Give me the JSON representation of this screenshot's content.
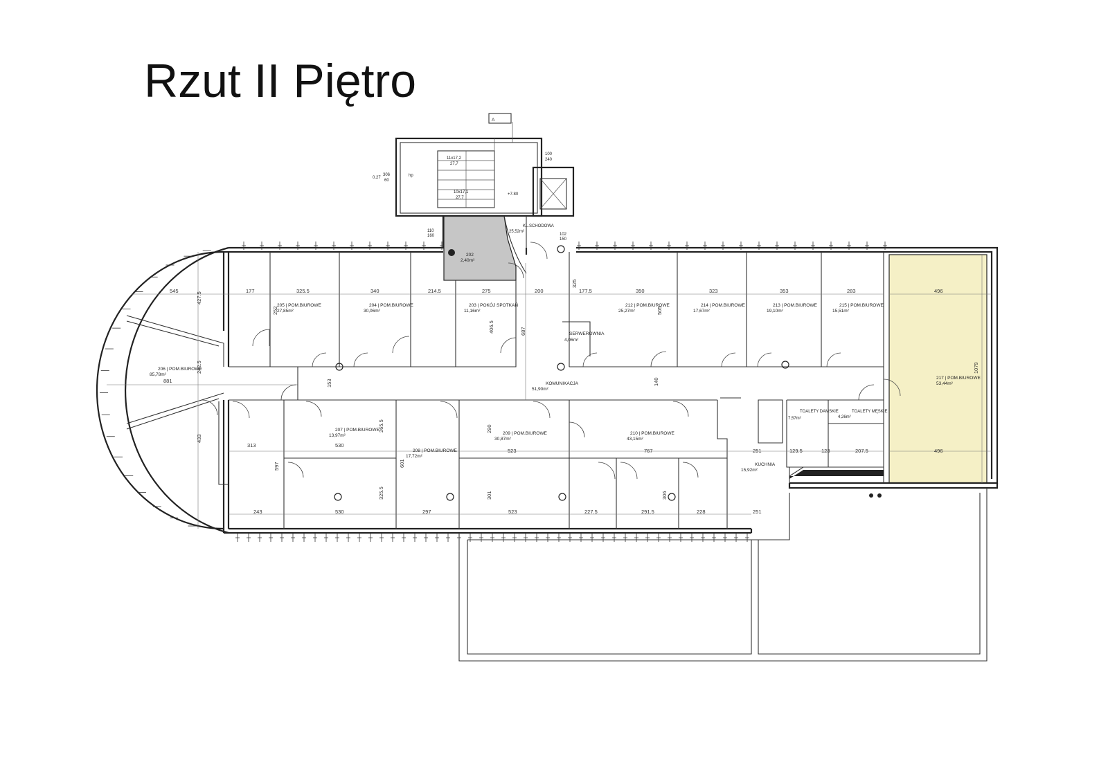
{
  "title": "Rzut II Piętro",
  "section_marker": "A",
  "stair": {
    "upper_label": "11x17,2",
    "upper_sub": "27,7",
    "lower_label": "10x17,1",
    "lower_sub": "27,7",
    "level": "+7.80",
    "hp_label": "hp",
    "elev_a": "306",
    "elev_b": "60",
    "elev_c": "0.27",
    "note_l1": "110",
    "note_l2": "160",
    "klatka": "KL.SCHODOWA",
    "klatka_area": "25,52m²",
    "lift_a": "100",
    "lift_b": "240",
    "lift_c": "102",
    "lift_d": "150"
  },
  "rooms": [
    {
      "id": "r202",
      "name": "202",
      "area": "2,40m²",
      "color": "#c6c6c6"
    },
    {
      "id": "r203",
      "name": "203 | POKÓJ SPOTKAŃ",
      "area": "11,16m²"
    },
    {
      "id": "r204",
      "name": "204 | POM.BIUROWE",
      "area": "30,06m²"
    },
    {
      "id": "r205",
      "name": "205 | POM.BIUROWE",
      "area": "27,85m²"
    },
    {
      "id": "r206",
      "name": "206 | POM.BIUROWE",
      "area": "85,78m²"
    },
    {
      "id": "r207",
      "name": "207 | POM.BIUROWE",
      "area": "13,97m²"
    },
    {
      "id": "r208",
      "name": "208 | POM.BIUROWE",
      "area": "17,72m²"
    },
    {
      "id": "r209",
      "name": "209 | POM.BIUROWE",
      "area": "30,87m²"
    },
    {
      "id": "r210",
      "name": "210 | POM.BIUROWE",
      "area": "43,15m²"
    },
    {
      "id": "r212",
      "name": "212 | POM.BIUROWE",
      "area": "25,27m²"
    },
    {
      "id": "r213",
      "name": "213 | POM.BIUROWE",
      "area": "19,10m²"
    },
    {
      "id": "r214",
      "name": "214 | POM.BIUROWE",
      "area": "17,67m²"
    },
    {
      "id": "r215",
      "name": "215 | POM.BIUROWE",
      "area": "15,51m²"
    },
    {
      "id": "r217",
      "name": "217 | POM.BIUROWE",
      "area": "53,44m²",
      "color": "#f5f0c6"
    },
    {
      "id": "server",
      "name": "SERWEROWNIA",
      "area": "4,06m²"
    },
    {
      "id": "korytarz",
      "name": "KOMUNIKACJA",
      "area": "51,90m²"
    },
    {
      "id": "kuchnia",
      "name": "KUCHNIA",
      "area": "15,92m²"
    },
    {
      "id": "wc_d",
      "name": "TOALETY DAMSKIE",
      "area": "7,57m²"
    },
    {
      "id": "wc_m",
      "name": "TOALETY MĘSKIE",
      "area": "4,26m²"
    }
  ],
  "dims": {
    "top": [
      "545",
      "177",
      "325.5",
      "340",
      "214.5",
      "275",
      "200",
      "177.5",
      "350",
      "323",
      "353",
      "283",
      "496"
    ],
    "mid": [
      "881",
      "313",
      "530",
      "523",
      "767",
      "251",
      "129.5",
      "123",
      "207.5",
      "496"
    ],
    "bottom": [
      "243",
      "530",
      "297",
      "523",
      "227.5",
      "291.5",
      "228",
      "251"
    ],
    "vertical": [
      "427.5",
      "242.5",
      "433",
      "597",
      "505",
      "406.5",
      "687",
      "325",
      "153",
      "140",
      "265.5",
      "601",
      "325.5",
      "290",
      "301",
      "306",
      "1079",
      "252"
    ]
  },
  "colors": {
    "highlight_gray": "#c6c6c6",
    "highlight_yellow": "#f5f0c6",
    "wall": "#222222"
  }
}
